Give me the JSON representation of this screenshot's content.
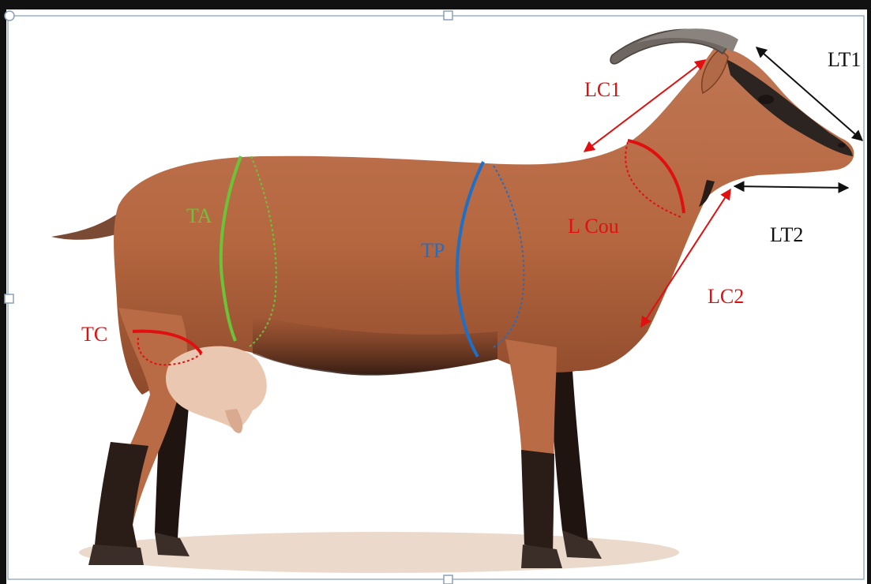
{
  "labels": {
    "lc1": "LC1",
    "lt1": "LT1",
    "lt2": "LT2",
    "lc2": "LC2",
    "l_cou": "L Cou",
    "ta": "TA",
    "tp": "TP",
    "tc": "TC"
  },
  "colors": {
    "red": "#e01010",
    "black": "#111111",
    "green": "#6cc33a",
    "blue": "#1e6fc8",
    "coat": "#b86b45",
    "coat_dark": "#7a3e22",
    "legs": "#2a1c16",
    "udder": "#e9c7b0",
    "horn": "#6e6660",
    "ground": "#e7d2c2"
  }
}
